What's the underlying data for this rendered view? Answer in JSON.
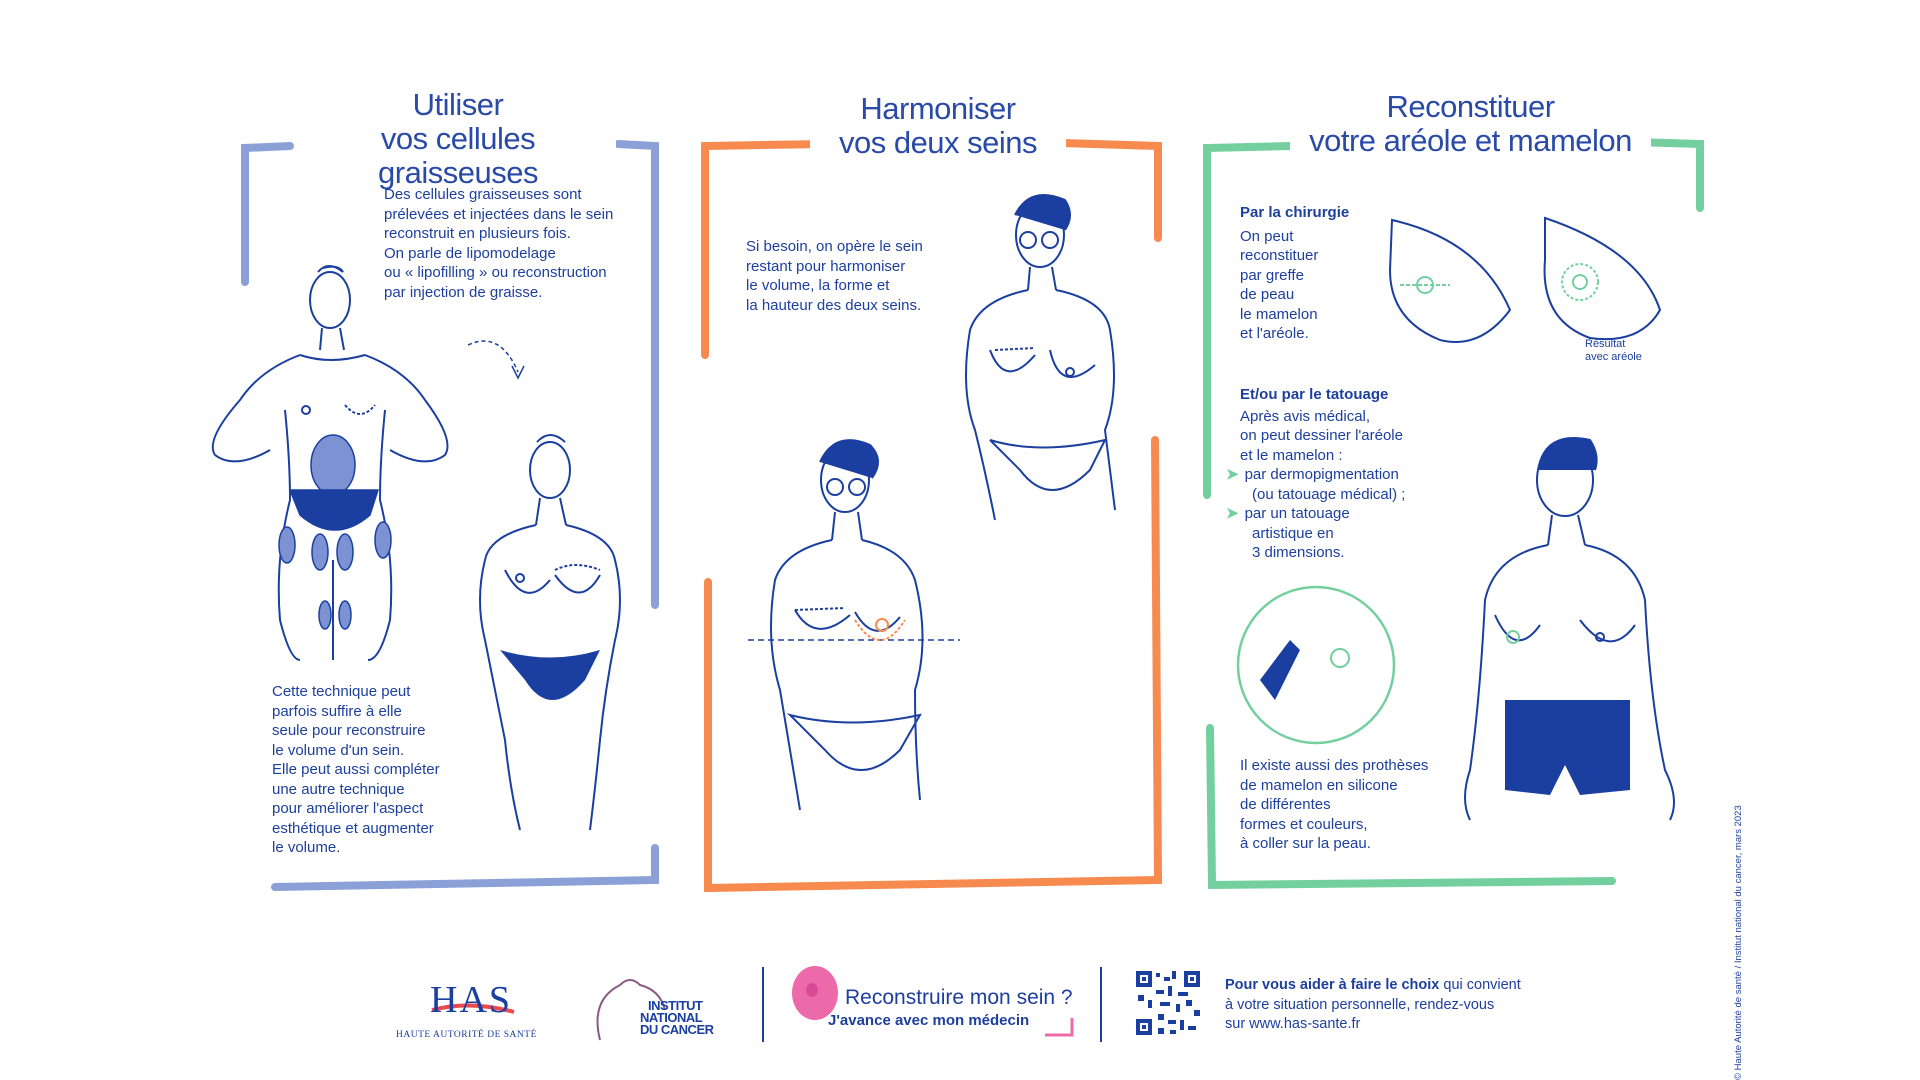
{
  "colors": {
    "panel1": "#8ba0d6",
    "panel2": "#f68a4f",
    "panel3": "#74cf9f",
    "text": "#1d3f9e",
    "accent_pink": "#ec6aa9",
    "ink": "#1b3fa0"
  },
  "panel1": {
    "title_line1": "Utiliser",
    "title_line2": "vos cellules graisseuses",
    "intro_lines": [
      "Des cellules graisseuses sont",
      "prélevées et injectées dans le sein",
      "reconstruit en plusieurs fois.",
      "On parle de lipomodelage",
      "ou « lipofilling » ou reconstruction",
      "par injection de graisse."
    ],
    "note_lines": [
      "Cette technique peut",
      "parfois suffire à elle",
      "seule pour reconstruire",
      "le volume d'un sein.",
      "Elle peut aussi compléter",
      "une autre technique",
      "pour améliorer l'aspect",
      "esthétique et augmenter",
      "le volume."
    ]
  },
  "panel2": {
    "title_line1": "Harmoniser",
    "title_line2": "vos deux seins",
    "intro_lines": [
      "Si besoin, on opère le sein",
      "restant pour harmoniser",
      "le volume, la forme et",
      "la hauteur des deux seins."
    ]
  },
  "panel3": {
    "title_line1": "Reconstituer",
    "title_line2": "votre aréole et mamelon",
    "surgery_heading": "Par la chirurgie",
    "surgery_lines": [
      "On peut",
      "reconstituer",
      "par greffe",
      "de peau",
      "le mamelon",
      "et l'aréole."
    ],
    "result_caption_line1": "Résultat",
    "result_caption_line2": "avec aréole",
    "tattoo_heading": "Et/ou par le tatouage",
    "tattoo_lines": [
      "Après avis médical,",
      "on peut dessiner l'aréole",
      "et le mamelon :"
    ],
    "tattoo_bullets": [
      [
        "par dermopigmentation",
        "(ou tatouage médical) ;"
      ],
      [
        "par un tatouage",
        "artistique en",
        "3 dimensions."
      ]
    ],
    "prosthesis_lines": [
      "Il existe aussi des prothèses",
      "de mamelon en silicone",
      "de différentes",
      "formes et couleurs,",
      "à coller sur la peau."
    ]
  },
  "footer": {
    "has_logo_text": "HAS",
    "has_logo_subtitle": "HAUTE AUTORITÉ DE SANTÉ",
    "inca_logo_lines": [
      "INSTITUT",
      "NATIONAL",
      "DU CANCER"
    ],
    "campaign_title": "Reconstruire mon sein ?",
    "campaign_subtitle": "J'avance avec mon médecin",
    "cta_bold": "Pour vous aider à faire le choix",
    "cta_rest_line1": " qui convient",
    "cta_line2": "à votre situation personnelle, rendez-vous",
    "cta_line3": "sur www.has-sante.fr"
  },
  "copyright": "© Haute Autorité de santé / Institut national du cancer, mars 2023"
}
